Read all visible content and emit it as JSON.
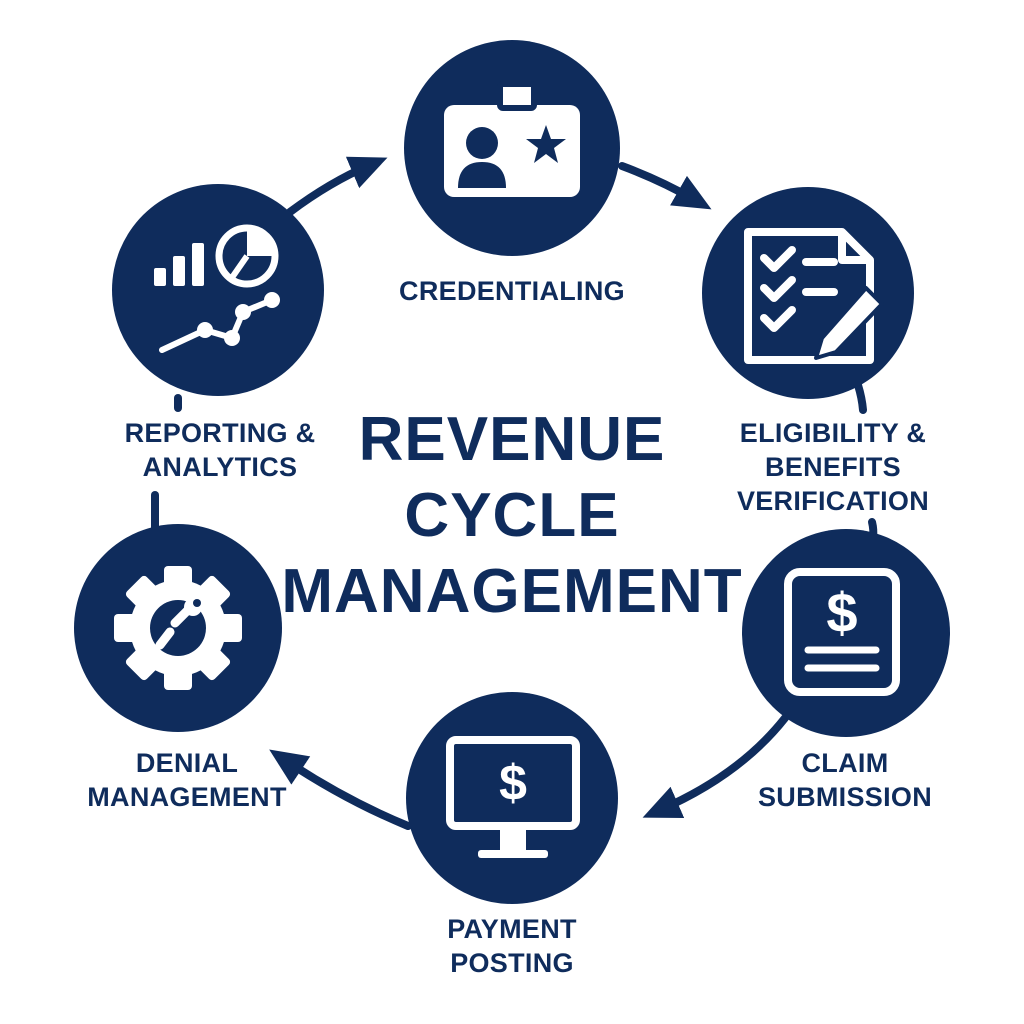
{
  "title": {
    "lines": [
      "REVENUE",
      "CYCLE",
      "MANAGEMENT"
    ]
  },
  "colors": {
    "primary": "#0f2c5c",
    "background": "#ffffff",
    "icon": "#ffffff"
  },
  "steps": [
    {
      "id": "credentialing",
      "icon": "id-badge-star-icon",
      "lines": [
        "CREDENTIALING"
      ]
    },
    {
      "id": "eligibility",
      "icon": "checklist-pencil-icon",
      "lines": [
        "ELIGIBILITY &",
        "BENEFITS",
        "VERIFICATION"
      ]
    },
    {
      "id": "claim-submission",
      "icon": "dollar-document-icon",
      "lines": [
        "CLAIM",
        "SUBMISSION"
      ]
    },
    {
      "id": "payment-posting",
      "icon": "dollar-monitor-icon",
      "lines": [
        "PAYMENT",
        "POSTING"
      ]
    },
    {
      "id": "denial-management",
      "icon": "gear-wrench-icon",
      "lines": [
        "DENIAL",
        "MANAGEMENT"
      ]
    },
    {
      "id": "reporting-analytics",
      "icon": "analytics-chart-icon",
      "lines": [
        "REPORTING &",
        "ANALYTICS"
      ]
    }
  ]
}
